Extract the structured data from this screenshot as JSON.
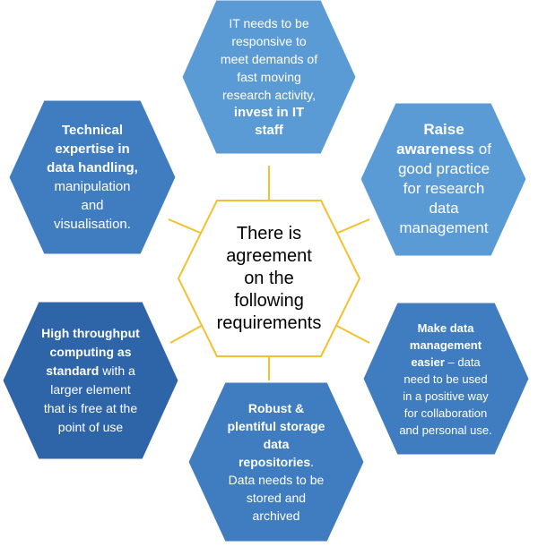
{
  "colors": {
    "connector": "#f2c12e",
    "center_fill": "#ffffff",
    "center_stroke": "#f2c12e",
    "hex_light": "#5b9bd5",
    "hex_mid": "#3f7dc0",
    "hex_dark": "#2e64a8",
    "text_on_hex": "#ffffff",
    "text_center": "#000000"
  },
  "center": {
    "lines": [
      "There is",
      "agreement",
      "on the",
      "following",
      "requirements"
    ]
  },
  "nodes": {
    "top": {
      "lines": [
        "IT needs to be",
        "responsive to",
        "meet demands of",
        "fast moving",
        "research activity,"
      ],
      "bold_lines": [
        "invest in IT",
        "staff"
      ]
    },
    "upper_left": {
      "bold_lines": [
        "Technical",
        "expertise in",
        "data handling,"
      ],
      "lines": [
        "manipulation",
        "and",
        "visualisation."
      ]
    },
    "upper_right": {
      "bold_lines": [
        "Raise"
      ],
      "mixed": {
        "bold": "awareness",
        "normal": " of"
      },
      "lines": [
        "good practice",
        "for research",
        "data",
        "management"
      ]
    },
    "lower_left": {
      "bold_lines": [
        "High throughput",
        "computing as"
      ],
      "mixed": {
        "bold": "standard",
        "normal": " with a"
      },
      "lines": [
        "larger element",
        "that is free at the",
        "point of use"
      ]
    },
    "lower_right": {
      "bold_lines": [
        "Make data",
        "management"
      ],
      "mixed": {
        "bold": "easier",
        "normal": " – data"
      },
      "lines": [
        "need to be used",
        "in a positive way",
        "for collaboration",
        "and personal use."
      ]
    },
    "bottom": {
      "bold_lines": [
        "Robust &",
        "plentiful storage",
        "data"
      ],
      "mixed": {
        "bold": "repositories",
        "normal": "."
      },
      "lines": [
        "Data needs to be",
        "stored and",
        "archived"
      ]
    }
  }
}
